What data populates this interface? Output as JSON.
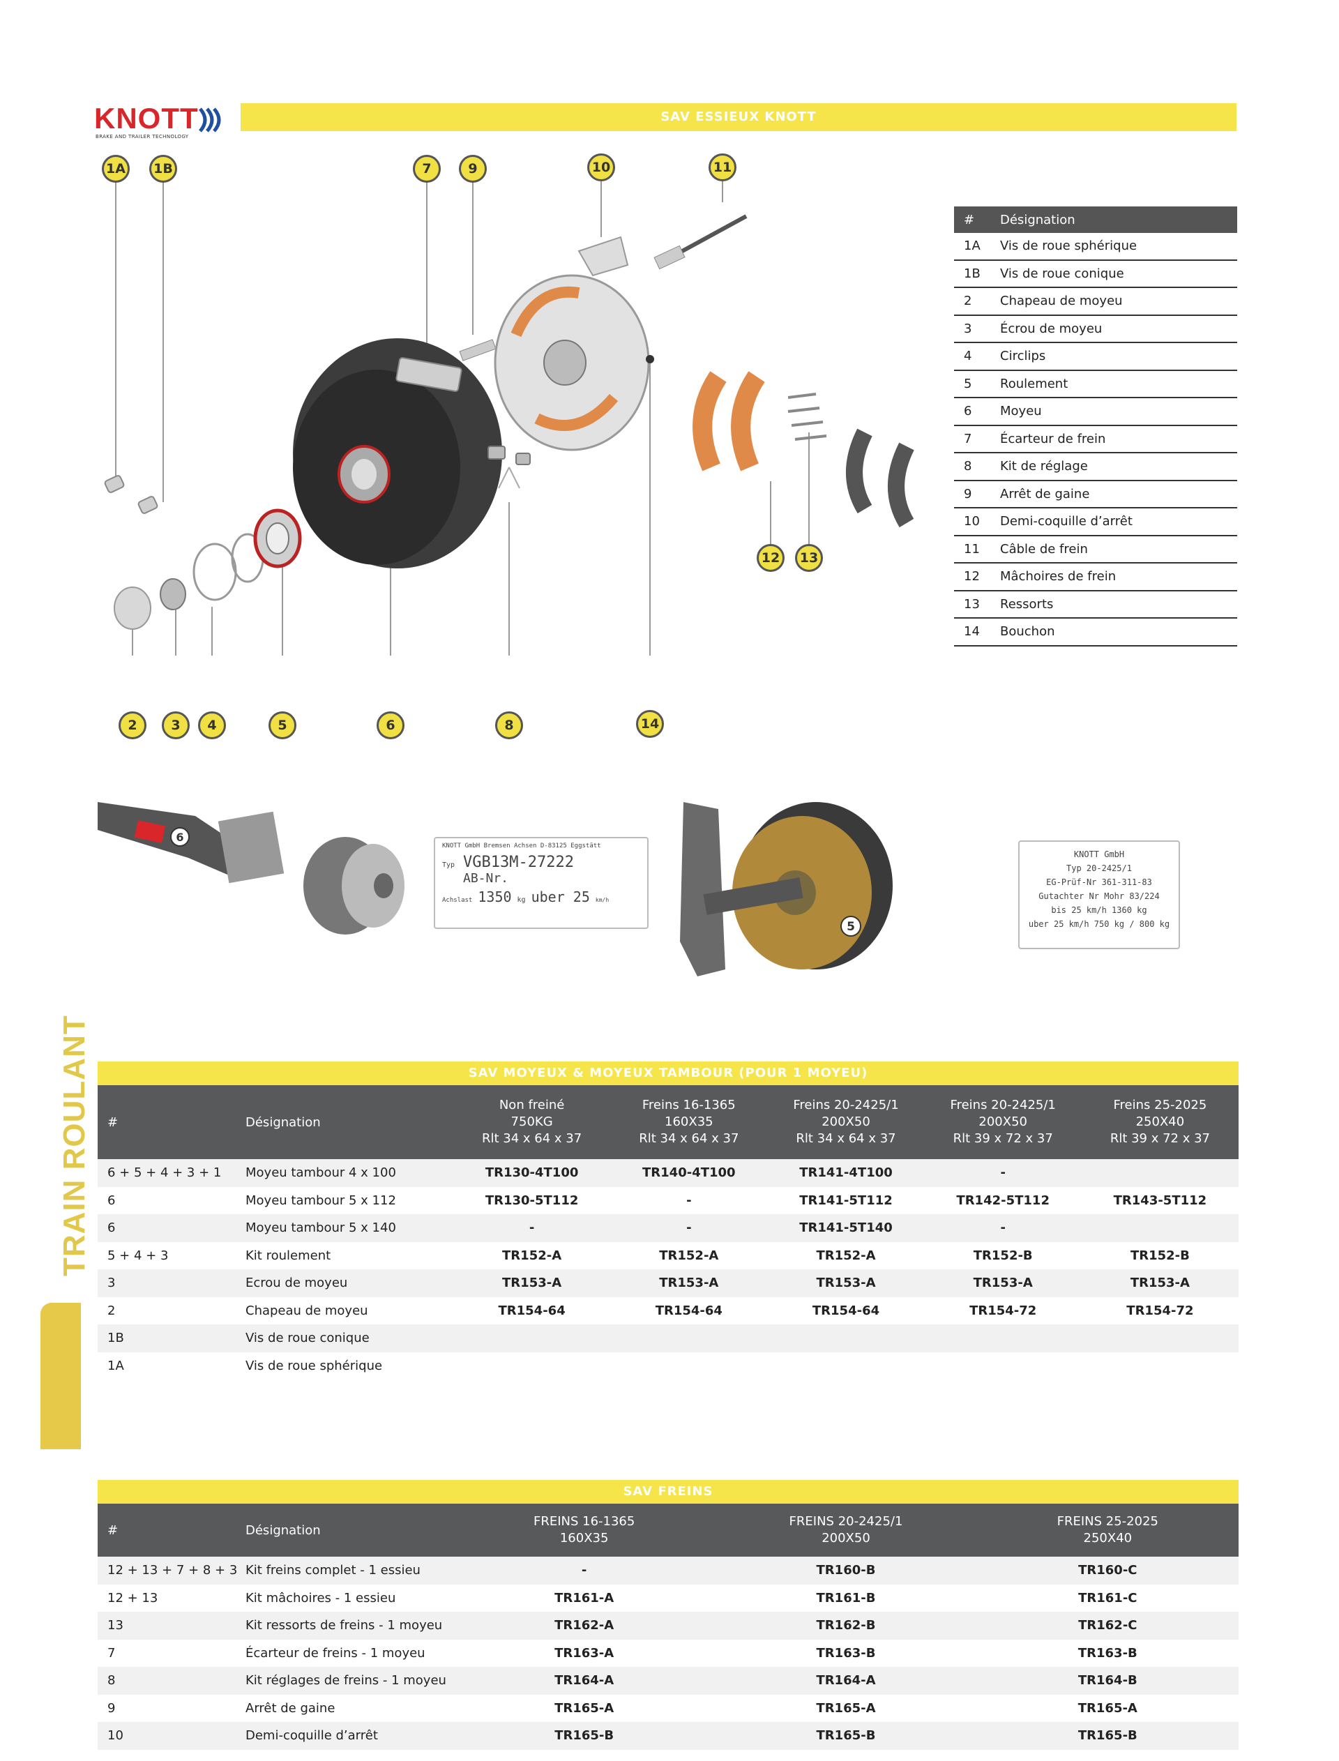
{
  "header": {
    "logo_text": "KNOTT",
    "logo_tagline": "BRAKE AND TRAILER TECHNOLOGY",
    "banner": "SAV ESSIEUX KNOTT"
  },
  "callouts": [
    "1A",
    "1B",
    "7",
    "9",
    "10",
    "11",
    "12",
    "13",
    "2",
    "3",
    "4",
    "5",
    "6",
    "8",
    "14",
    "6",
    "5"
  ],
  "legend": {
    "head_num": "#",
    "head_des": "Désignation",
    "rows": [
      {
        "num": "1A",
        "label": "Vis de roue sphérique"
      },
      {
        "num": "1B",
        "label": "Vis de roue conique"
      },
      {
        "num": "2",
        "label": "Chapeau de moyeu"
      },
      {
        "num": "3",
        "label": "Écrou de moyeu"
      },
      {
        "num": "4",
        "label": "Circlips"
      },
      {
        "num": "5",
        "label": "Roulement"
      },
      {
        "num": "6",
        "label": "Moyeu"
      },
      {
        "num": "7",
        "label": "Écarteur de frein"
      },
      {
        "num": "8",
        "label": "Kit de réglage"
      },
      {
        "num": "9",
        "label": "Arrêt de gaine"
      },
      {
        "num": "10",
        "label": "Demi-coquille d’arrêt"
      },
      {
        "num": "11",
        "label": "Câble de frein"
      },
      {
        "num": "12",
        "label": "Mâchoires de frein"
      },
      {
        "num": "13",
        "label": "Ressorts"
      },
      {
        "num": "14",
        "label": "Bouchon"
      }
    ]
  },
  "plate1": {
    "line1": "KNOTT GmbH  Bremsen Achsen  D-83125 Eggstätt",
    "typ_label": "Typ",
    "typ_value": "VGB13M-27222",
    "ab_label": "AB-Nr.",
    "achslast_label": "Achslast",
    "achslast_value": "1350",
    "kg": "kg",
    "speed": "uber 25",
    "kmh": "km/h"
  },
  "plate2": {
    "lines": [
      "KNOTT GmbH",
      "Typ  20-2425/1",
      "EG-Prüf-Nr  361-311-83",
      "Gutachter Nr  Mohr 83/224",
      "bis 25 km/h        1360 kg",
      "uber 25 km/h  750 kg / 800 kg"
    ]
  },
  "side_label": "TRAIN ROULANT",
  "table1": {
    "title": "SAV MOYEUX & MOYEUX TAMBOUR (POUR 1 MOYEU)",
    "col_num": "#",
    "col_des": "Désignation",
    "cols": [
      {
        "l1": "Non freiné",
        "l2": "750KG",
        "l3": "Rlt 34 x 64 x 37"
      },
      {
        "l1": "Freins 16-1365",
        "l2": "160X35",
        "l3": "Rlt 34 x 64 x 37"
      },
      {
        "l1": "Freins 20-2425/1",
        "l2": "200X50",
        "l3": "Rlt 34 x 64 x 37"
      },
      {
        "l1": "Freins 20-2425/1",
        "l2": "200X50",
        "l3": "Rlt 39 x 72 x 37"
      },
      {
        "l1": "Freins 25-2025",
        "l2": "250X40",
        "l3": "Rlt 39 x 72 x 37"
      }
    ],
    "rows": [
      {
        "num": "6 + 5 + 4 + 3 + 1",
        "des": "Moyeu tambour 4 x 100",
        "v": [
          "TR130-4T100",
          "TR140-4T100",
          "TR141-4T100",
          "-",
          ""
        ]
      },
      {
        "num": "6",
        "des": "Moyeu tambour 5 x 112",
        "v": [
          "TR130-5T112",
          "-",
          "TR141-5T112",
          "TR142-5T112",
          "TR143-5T112"
        ]
      },
      {
        "num": "6",
        "des": "Moyeu tambour 5 x 140",
        "v": [
          "-",
          "-",
          "TR141-5T140",
          "-",
          ""
        ]
      },
      {
        "num": "5 + 4 + 3",
        "des": "Kit roulement",
        "v": [
          "TR152-A",
          "TR152-A",
          "TR152-A",
          "TR152-B",
          "TR152-B"
        ]
      },
      {
        "num": "3",
        "des": "Ecrou de moyeu",
        "v": [
          "TR153-A",
          "TR153-A",
          "TR153-A",
          "TR153-A",
          "TR153-A"
        ]
      },
      {
        "num": "2",
        "des": "Chapeau de moyeu",
        "v": [
          "TR154-64",
          "TR154-64",
          "TR154-64",
          "TR154-72",
          "TR154-72"
        ]
      },
      {
        "num": "1B",
        "des": "Vis de roue conique",
        "v": [
          "",
          "",
          "",
          "",
          ""
        ]
      },
      {
        "num": "1A",
        "des": "Vis de roue sphérique",
        "v": [
          "",
          "",
          "",
          "",
          ""
        ]
      }
    ]
  },
  "table2": {
    "title": "SAV FREINS",
    "col_num": "#",
    "col_des": "Désignation",
    "cols": [
      {
        "l1": "FREINS 16-1365",
        "l2": "160X35"
      },
      {
        "l1": "FREINS 20-2425/1",
        "l2": "200X50"
      },
      {
        "l1": "FREINS 25-2025",
        "l2": "250X40"
      }
    ],
    "rows": [
      {
        "num": "12 + 13 + 7 + 8 + 3",
        "des": "Kit freins complet - 1 essieu",
        "v": [
          "-",
          "TR160-B",
          "TR160-C"
        ]
      },
      {
        "num": "12 + 13",
        "des": "Kit mâchoires - 1 essieu",
        "v": [
          "TR161-A",
          "TR161-B",
          "TR161-C"
        ]
      },
      {
        "num": "13",
        "des": "Kit ressorts de freins - 1 moyeu",
        "v": [
          "TR162-A",
          "TR162-B",
          "TR162-C"
        ]
      },
      {
        "num": "7",
        "des": "Écarteur de freins - 1 moyeu",
        "v": [
          "TR163-A",
          "TR163-B",
          "TR163-B"
        ]
      },
      {
        "num": "8",
        "des": "Kit réglages de freins - 1 moyeu",
        "v": [
          "TR164-A",
          "TR164-A",
          "TR164-B"
        ]
      },
      {
        "num": "9",
        "des": "Arrêt de gaine",
        "v": [
          "TR165-A",
          "TR165-A",
          "TR165-A"
        ]
      },
      {
        "num": "10",
        "des": "Demi-coquille d’arrêt",
        "v": [
          "TR165-B",
          "TR165-B",
          "TR165-B"
        ]
      }
    ]
  }
}
